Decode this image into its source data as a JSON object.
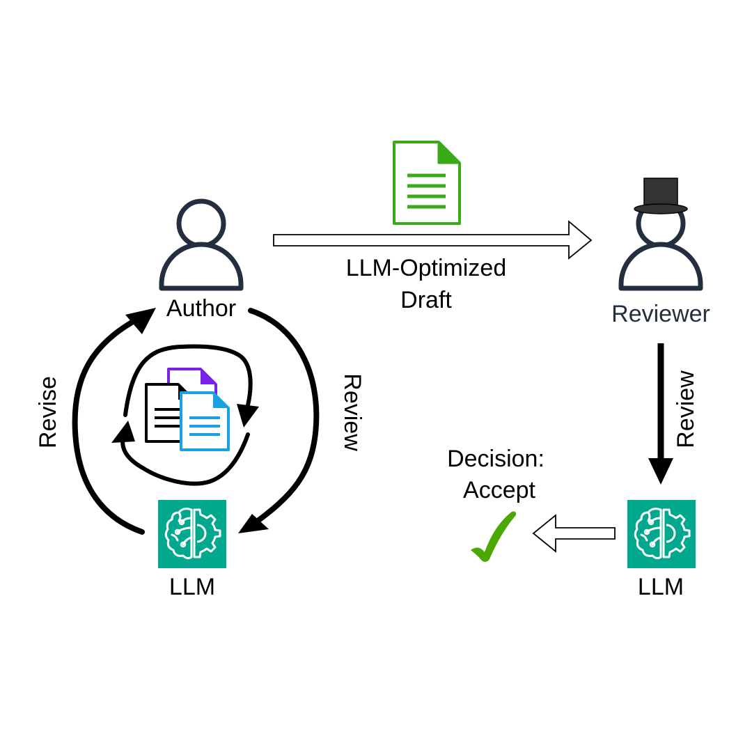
{
  "actors": {
    "author": "Author",
    "reviewer": "Reviewer",
    "llm_left": "LLM",
    "llm_right": "LLM"
  },
  "flow": {
    "draft_line1": "LLM-Optimized",
    "draft_line2": "Draft",
    "revise": "Revise",
    "review_left": "Review",
    "review_right": "Review",
    "decision_line1": "Decision:",
    "decision_line2": "Accept"
  },
  "icons": {
    "person": "person-icon",
    "reviewer_hat": "top-hat-icon",
    "document": "document-icon",
    "llm": "brain-gear-icon",
    "check": "checkmark-icon"
  },
  "colors": {
    "llm_bg": "#01a88d",
    "doc_green": "#3aaa18",
    "doc_purple": "#7a21e8",
    "doc_blue": "#1ba1e2",
    "check_green": "#4aa800",
    "person_stroke": "#232f3e"
  }
}
